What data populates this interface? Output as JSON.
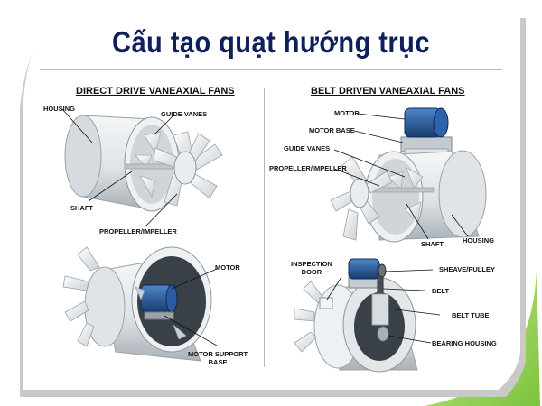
{
  "title": "Cấu tạo quạt hướng trục",
  "panels": {
    "direct": {
      "heading": "DIRECT DRIVE VANEAXIAL FANS",
      "labels": {
        "housing": "HOUSING",
        "guide_vanes": "GUIDE VANES",
        "shaft": "SHAFT",
        "propeller": "PROPELLER/IMPELLER",
        "motor": "MOTOR",
        "motor_support_1": "MOTOR SUPPORT",
        "motor_support_2": "BASE"
      }
    },
    "belt": {
      "heading": "BELT DRIVEN VANEAXIAL FANS",
      "labels": {
        "motor": "MOTOR",
        "motor_base": "MOTOR BASE",
        "guide_vanes": "GUIDE VANES",
        "propeller": "PROPELLER/IMPELLER",
        "shaft": "SHAFT",
        "housing": "HOUSING",
        "inspection_1": "INSPECTION",
        "inspection_2": "DOOR",
        "sheave": "SHEAVE/PULLEY",
        "belt": "BELT",
        "belt_tube": "BELT TUBE",
        "bearing_housing": "BEARING HOUSING"
      }
    }
  },
  "colors": {
    "title": "#0e1f5e",
    "frame_green": "#9bd35a",
    "frame_gray": "#c8c8c8",
    "fan_body": "#e3e7ea",
    "motor_blue": "#1f4f8f"
  }
}
